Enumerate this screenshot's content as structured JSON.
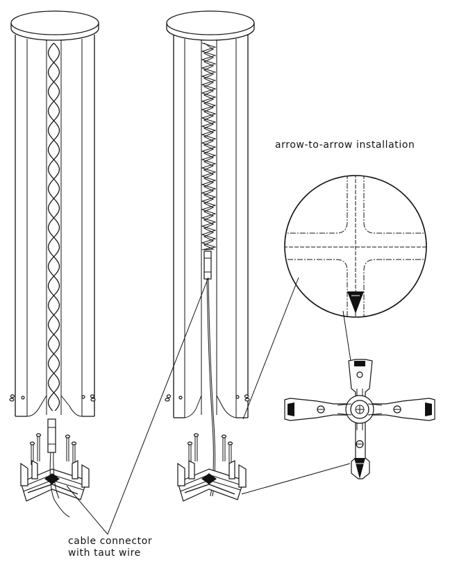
{
  "labels": {
    "arrow_installation": "arrow-to-arrow installation",
    "cable_line1": "cable connector",
    "cable_line2": "with taut wire"
  },
  "colors": {
    "line": "#111111",
    "background": "#ffffff"
  }
}
